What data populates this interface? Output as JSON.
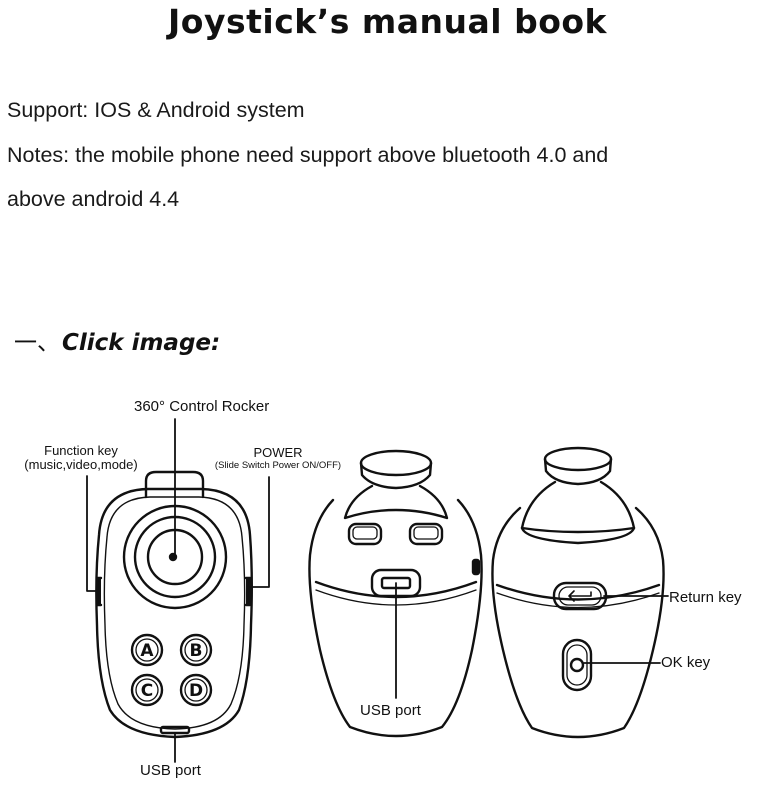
{
  "title": "Joystick’s manual book",
  "support": "Support: IOS & Android system",
  "notes_line1": "Notes: the mobile phone need support above bluetooth 4.0 and",
  "notes_line2": "above android 4.4",
  "section": {
    "number": "一、",
    "heading": "Click image:"
  },
  "labels": {
    "control_rocker": "360° Control Rocker",
    "function_key_line1": "Function key",
    "function_key_line2": "(music,video,mode)",
    "power_line1": "POWER",
    "power_line2": "(Slide Switch Power ON/OFF)",
    "usb_port_front": "USB port",
    "usb_port_side": "USB port",
    "return_key": "Return key",
    "ok_key": "OK key"
  },
  "buttons": {
    "a": "A",
    "b": "B",
    "c": "C",
    "d": "D"
  }
}
